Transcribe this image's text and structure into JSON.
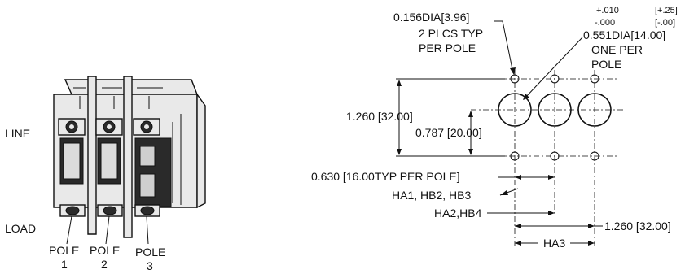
{
  "left_view": {
    "line_label": "LINE",
    "load_label": "LOAD",
    "poles": [
      {
        "word": "POLE",
        "num": "1"
      },
      {
        "word": "POLE",
        "num": "2"
      },
      {
        "word": "POLE",
        "num": "3"
      }
    ]
  },
  "right_view": {
    "hole_small": {
      "line1": "0.156DIA[3.96]",
      "line2": "2 PLCS TYP",
      "line3": "PER POLE"
    },
    "tolerance": {
      "plus": "+.010",
      "minus": "-.000",
      "plus_mm": "[+.25]",
      "minus_mm": "[-.00]"
    },
    "hole_large": {
      "line1": "0.551DIA[14.00]",
      "line2": "ONE PER",
      "line3": "POLE"
    },
    "dim_height": "1.260 [32.00]",
    "dim_center": "0.787 [20.00]",
    "dim_pitch": "0.630 [16.00TYP PER POLE]",
    "ha1": "HA1, HB2,  HB3",
    "ha2": "HA2,HB4",
    "dim_span": "1.260 [32.00]",
    "ha3": "HA3"
  },
  "colors": {
    "ink": "#111111",
    "panel": "#e9e9e9",
    "dark": "#2a2a2a"
  }
}
